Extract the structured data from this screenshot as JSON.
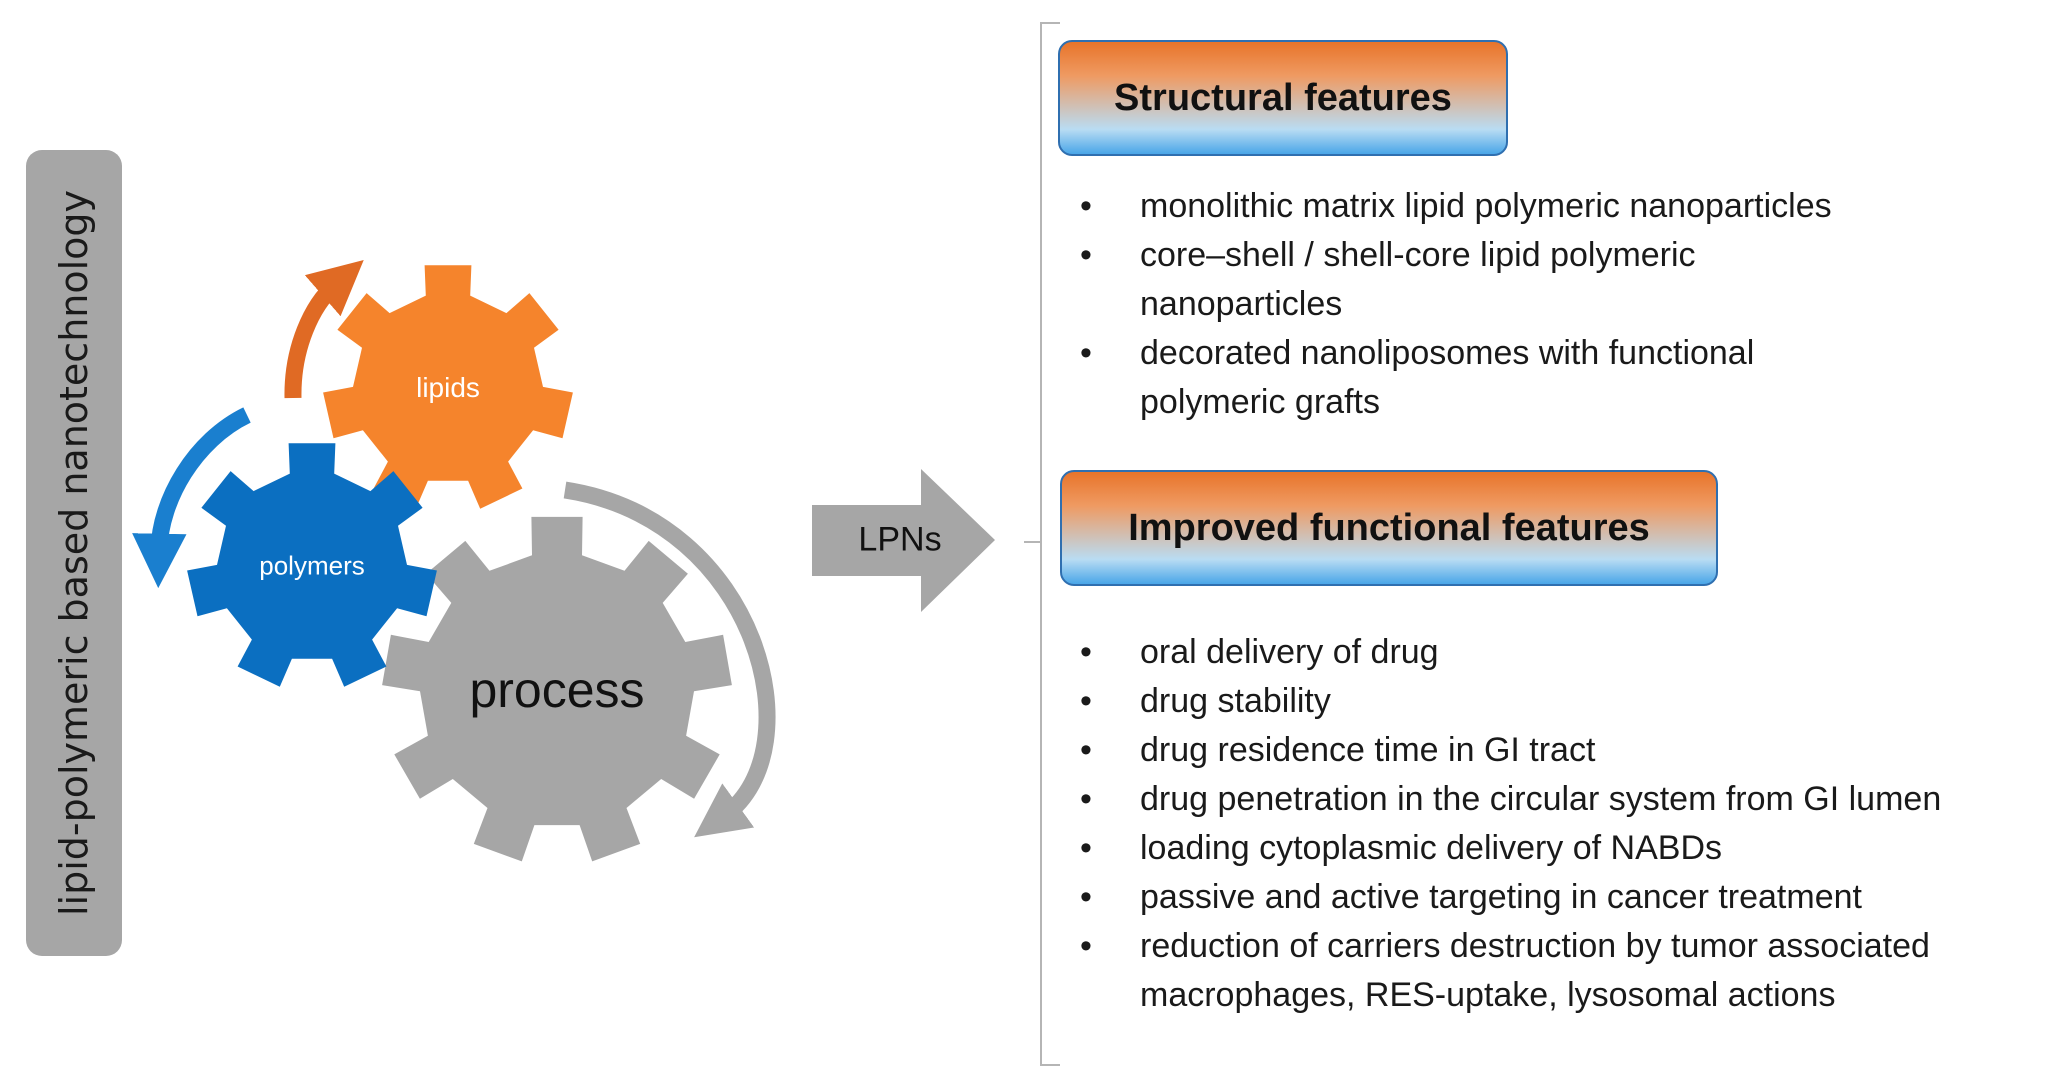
{
  "sidebar_label": "lipid-polymeric based nanotechnology",
  "gears": {
    "lipids": "lipids",
    "polymers": "polymers",
    "process": "process"
  },
  "arrow_label": "LPNs",
  "structural": {
    "heading": "Structural features",
    "items": [
      "monolithic matrix lipid polymeric nanoparticles",
      "core–shell / shell-core lipid polymeric",
      "nanoparticles",
      "decorated nanoliposomes with functional",
      "polymeric grafts"
    ]
  },
  "functional": {
    "heading": "Improved functional features",
    "items": [
      "oral delivery of drug",
      "drug stability",
      "drug residence time in GI tract",
      "drug penetration in the circular system from GI lumen",
      "loading cytoplasmic delivery of NABDs",
      "passive and active targeting in cancer treatment",
      "reduction of carriers destruction by tumor associated",
      "macrophages, RES-uptake, lysosomal actions"
    ]
  },
  "bullet_char": "•",
  "colors": {
    "lipids_gear": "#f5842c",
    "polymers_gear": "#0b6fc1",
    "process_gear": "#a6a6a6",
    "orange_arrow": "#e06a24",
    "blue_arrow": "#1a7fcf",
    "grey_arrow": "#a6a6a6"
  }
}
